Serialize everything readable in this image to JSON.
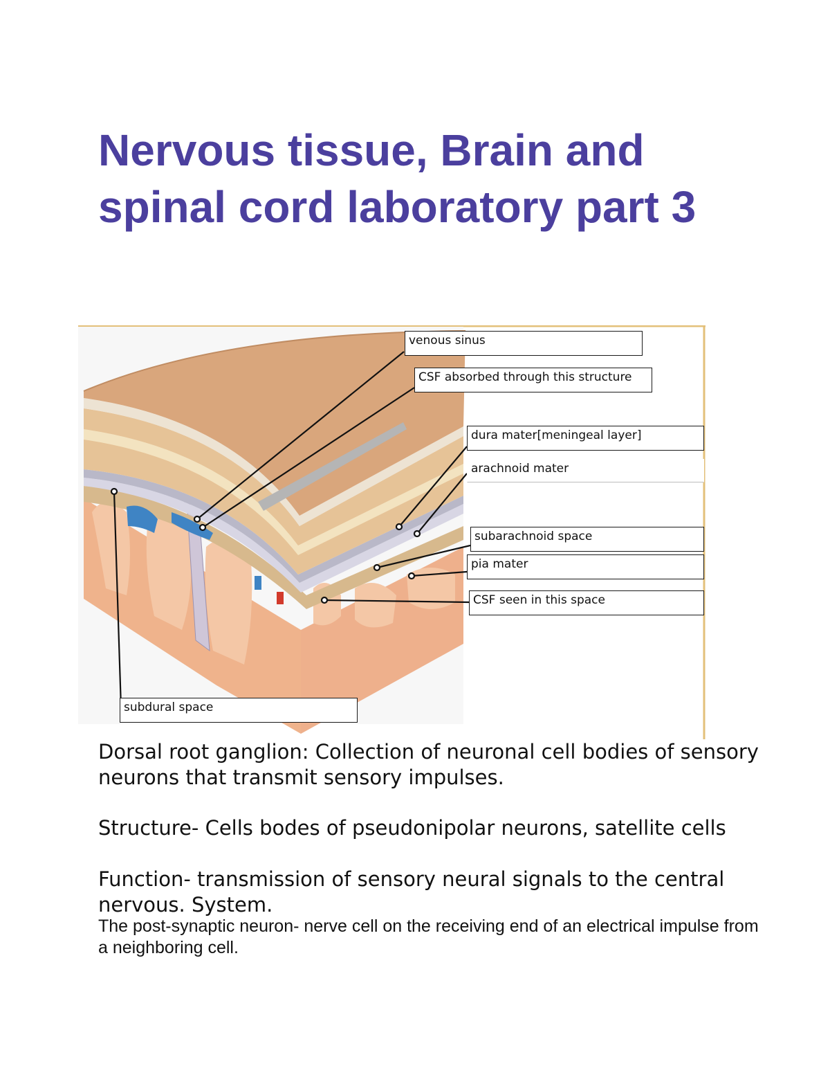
{
  "page": {
    "title": "Nervous tissue, Brain and spinal cord laboratory part 3"
  },
  "figure": {
    "labels": [
      "venous sinus",
      "CSF absorbed through this structure",
      "dura mater[meningeal layer]",
      "arachnoid mater",
      "subarachnoid space",
      "pia mater",
      "CSF seen in this space",
      "subdural space"
    ],
    "colors": {
      "bone": "#d9a67c",
      "spongy_bone": "#e7c49a",
      "cortex": "#f0b894",
      "vein": "#3f84c4",
      "artery": "#d23a2c",
      "frame": "#e3c07a"
    }
  },
  "text": {
    "p1": "Dorsal root ganglion: Collection of neuronal cell bodies of sensory neurons that transmit sensory impulses.",
    "p2": "Structure- Cells bodes of pseudonipolar neurons, satellite cells",
    "p3": "Function- transmission of sensory neural signals to the central nervous. System.",
    "p4": "The post-synaptic neuron- nerve cell on the receiving end of an electrical impulse from a neighboring cell."
  }
}
